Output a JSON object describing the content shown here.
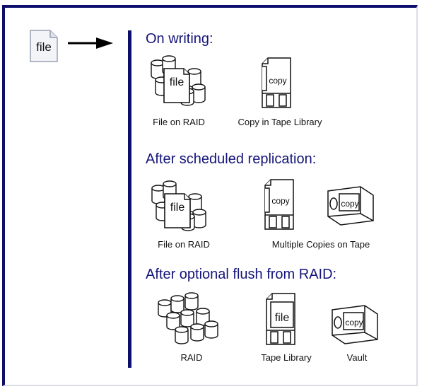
{
  "source_file": {
    "label": "file"
  },
  "sections": [
    {
      "heading": "On writing:",
      "items": [
        {
          "icon": "raid-disks-with-file-icon",
          "icon_text": "file",
          "label": "File on RAID"
        },
        {
          "icon": "tape-cartridge-icon",
          "icon_text": "copy",
          "label": "Copy in Tape Library"
        }
      ]
    },
    {
      "heading": "After scheduled replication:",
      "items": [
        {
          "icon": "raid-disks-with-file-icon",
          "icon_text": "file",
          "label": "File on RAID"
        },
        {
          "icon": "tape-cartridge-icon",
          "icon_text": "copy",
          "label": "Multiple Copies on Tape"
        },
        {
          "icon": "tape-cartridge-sideways-icon",
          "icon_text": "copy",
          "label": ""
        }
      ]
    },
    {
      "heading": "After optional flush from RAID:",
      "items": [
        {
          "icon": "raid-disks-icon",
          "label": "RAID"
        },
        {
          "icon": "tape-cartridge-icon",
          "icon_text": "file",
          "label": "Tape Library"
        },
        {
          "icon": "tape-cartridge-sideways-icon",
          "icon_text": "copy",
          "label": "Vault"
        }
      ]
    }
  ],
  "colors": {
    "frame": "#0d0d6b",
    "heading": "#14147a",
    "icon_stroke": "#111111",
    "icon_fill": "#ffffff"
  }
}
